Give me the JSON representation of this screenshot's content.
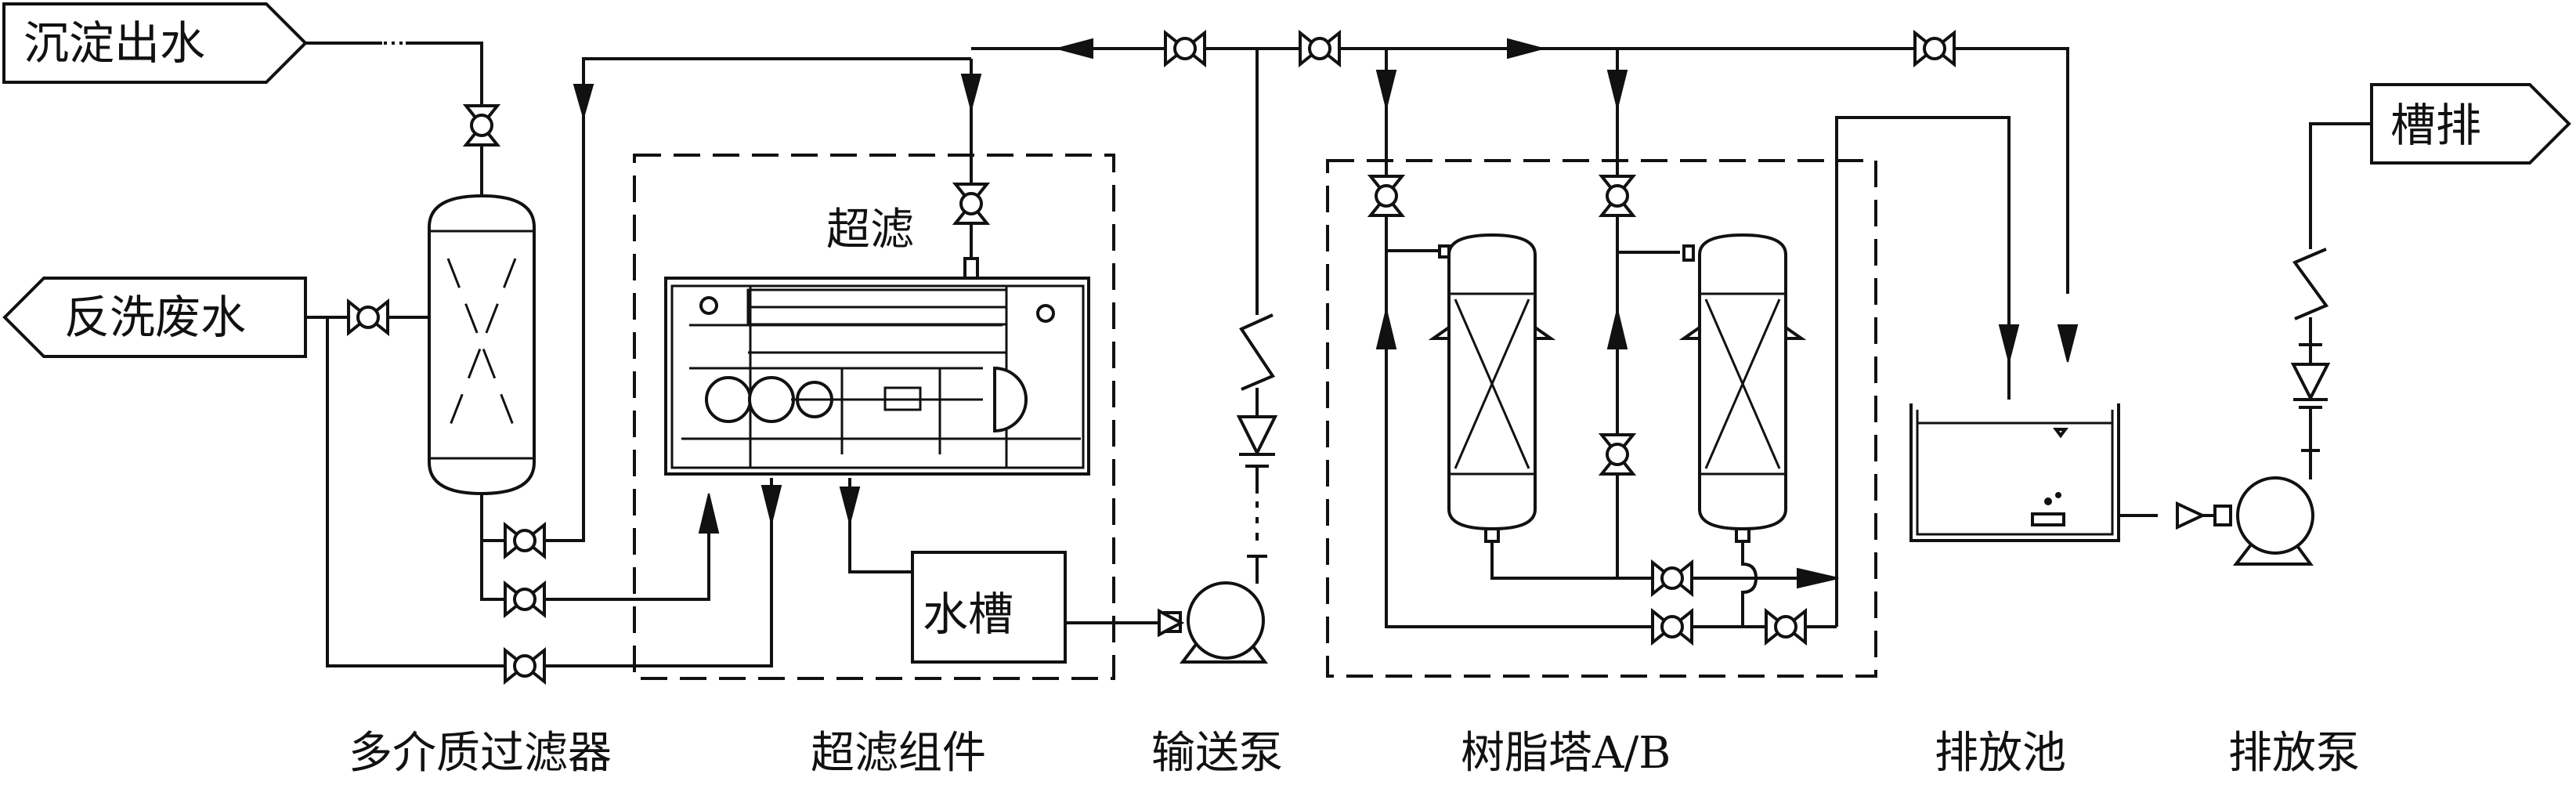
{
  "source_labels": {
    "settled_water": "沉淀出水",
    "backwash_waste": "反洗废水",
    "tank_discharge": "槽排"
  },
  "unit_labels": {
    "ultrafiltration": "超滤",
    "water_tank": "水槽"
  },
  "equipment_captions": [
    "多介质过滤器",
    "超滤组件",
    "输送泵",
    "树脂塔A/B",
    "排放池",
    "排放泵"
  ],
  "colors": {
    "line": "#111111",
    "background": "#ffffff"
  }
}
